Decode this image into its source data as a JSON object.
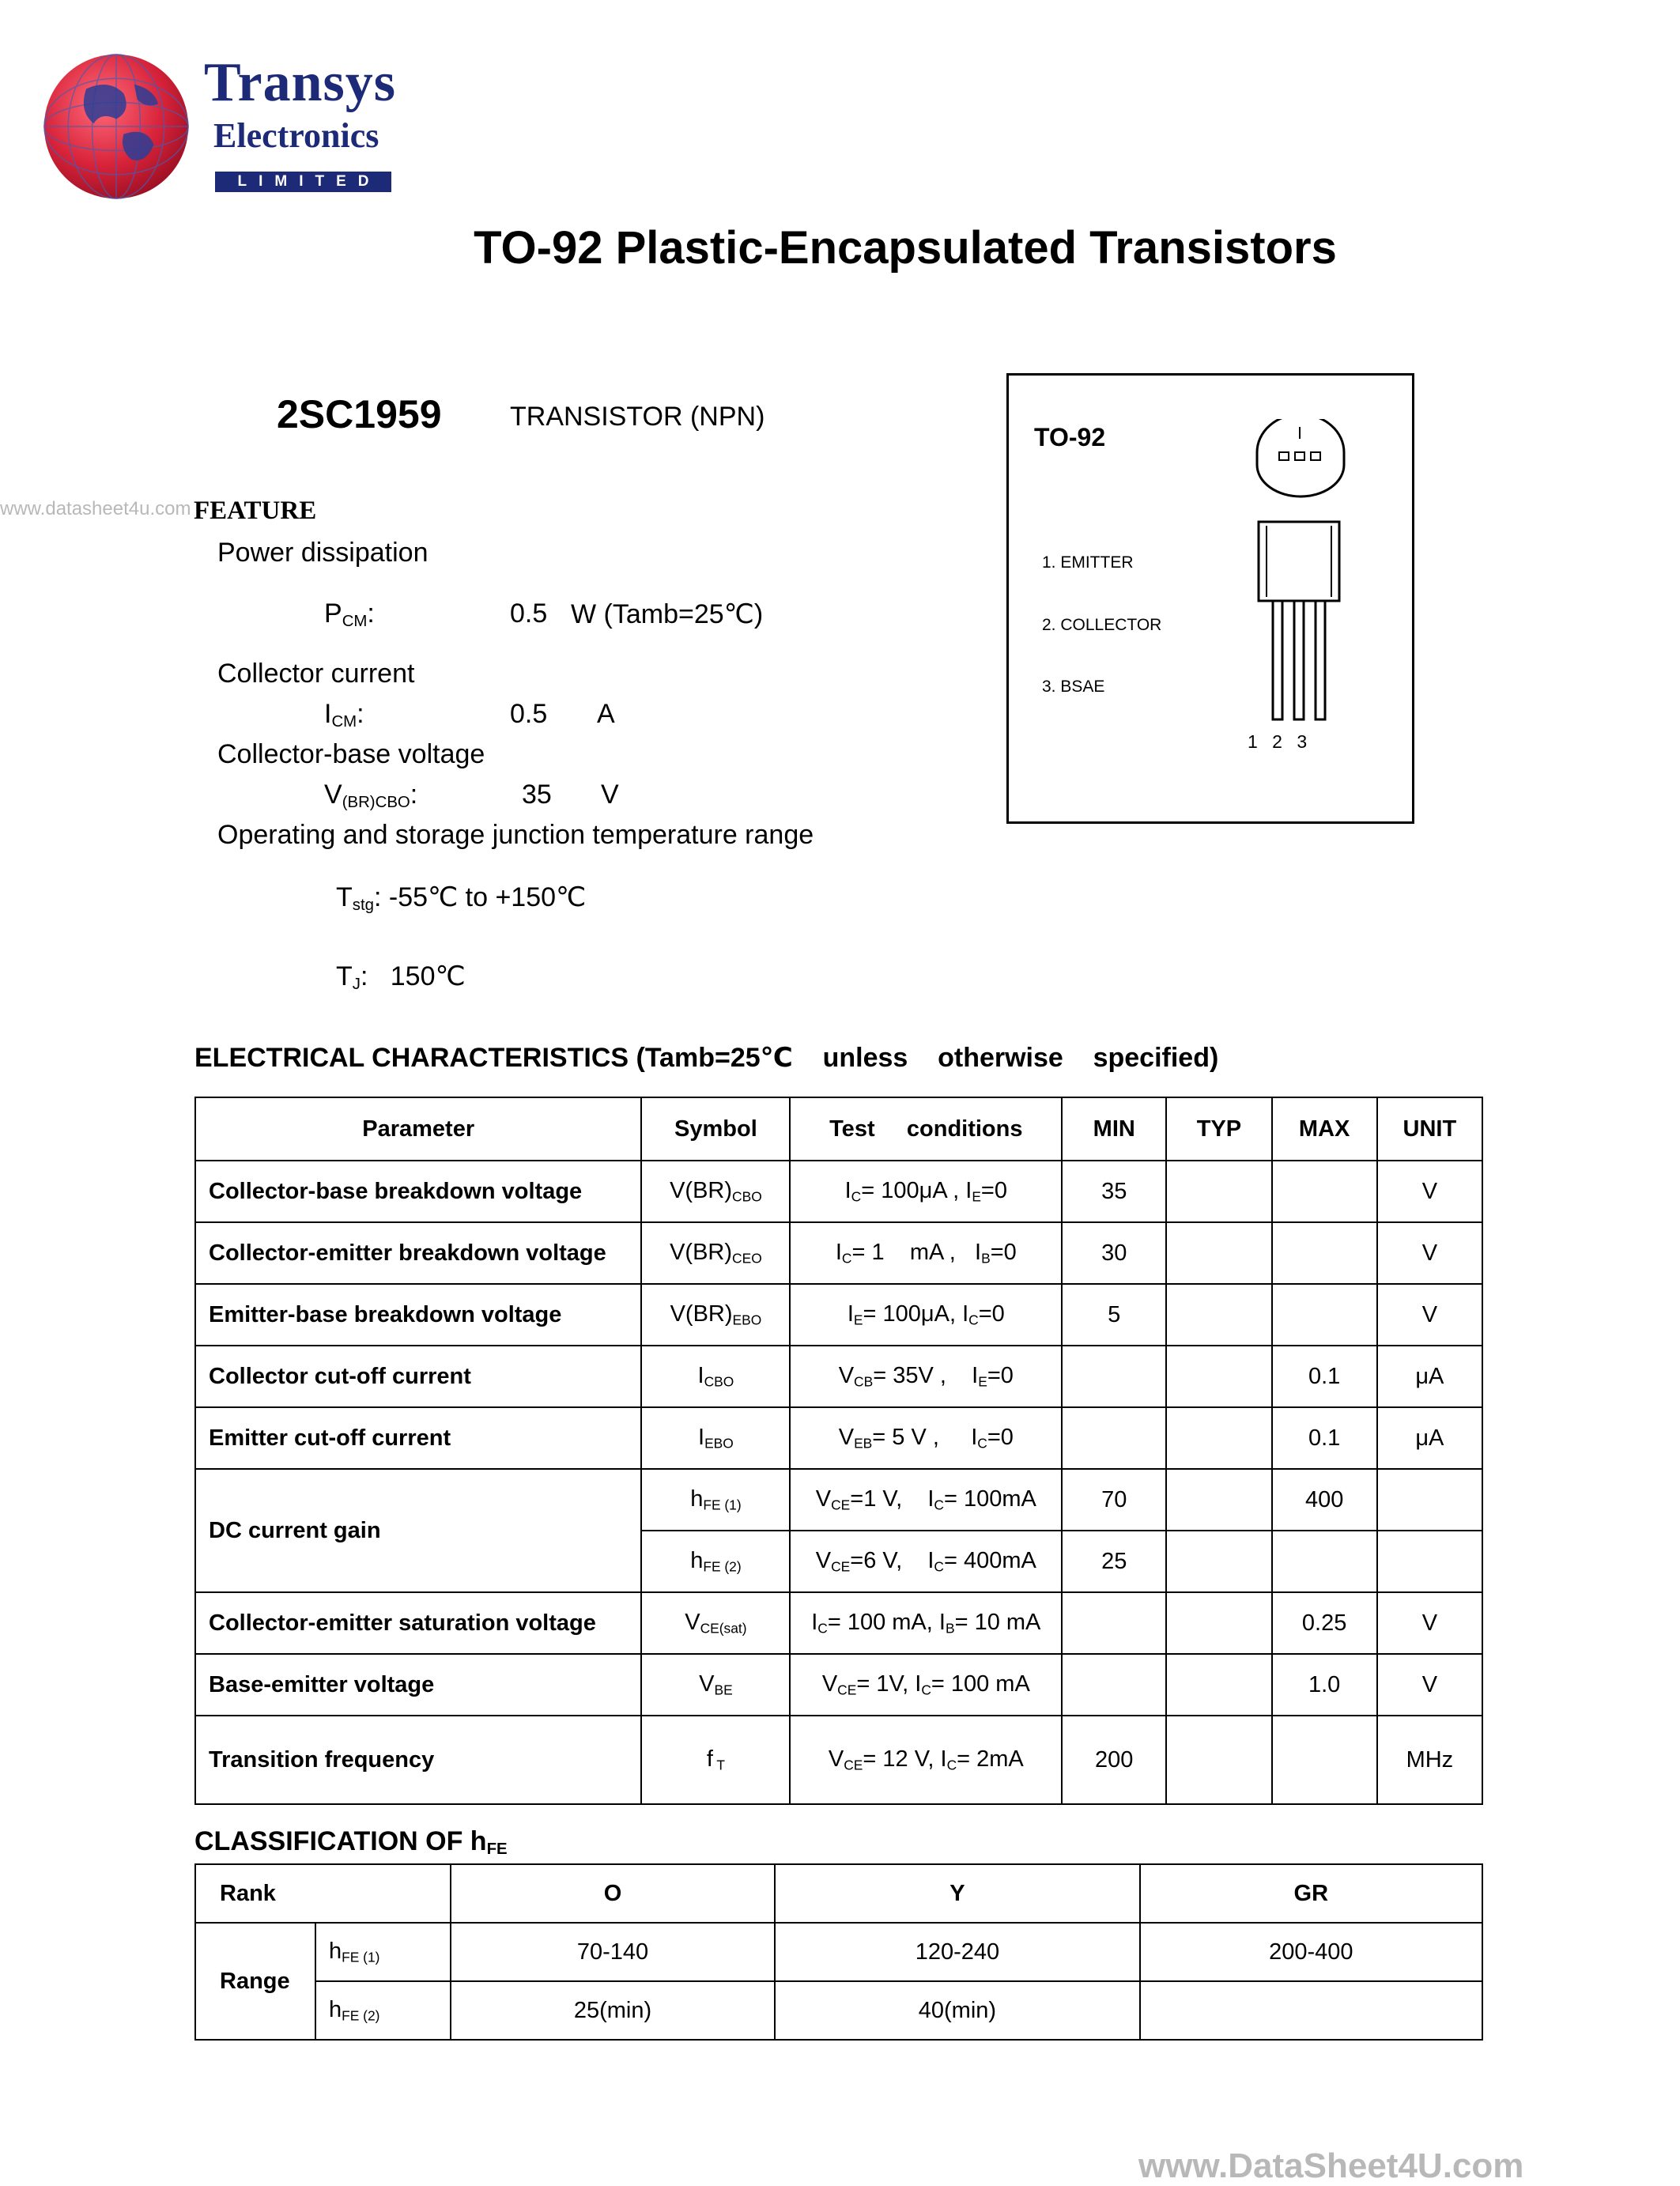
{
  "logo": {
    "name": "Transys",
    "sub": "Electronics",
    "ltd": "LIMITED"
  },
  "title": "TO-92 Plastic-Encapsulated Transistors",
  "part_number": "2SC1959",
  "part_desc": "TRANSISTOR (NPN)",
  "watermark_left": "www.datasheet4u.com",
  "watermark_bottom": "www.DataSheet4U.com",
  "feature": {
    "heading": "FEATURE",
    "power_label": "Power dissipation",
    "pcm_sym": "P",
    "pcm_sub": "CM",
    "pcm_colon": ":",
    "pcm_value": "0.5",
    "pcm_unit": "W (Tamb=25℃)",
    "collector_current_label": "Collector current",
    "icm_sym": "I",
    "icm_sub": "CM",
    "icm_colon": ":",
    "icm_value": "0.5",
    "icm_unit": "A",
    "cb_voltage_label": "Collector-base voltage",
    "vcbo_sym": "V",
    "vcbo_sub": "(BR)CBO",
    "vcbo_colon": ":",
    "vcbo_value": "35",
    "vcbo_unit": "V",
    "temp_label": "Operating and storage junction temperature range",
    "tstg_sym": "T",
    "tstg_sub": "stg",
    "tstg_value": ": -55℃ to +150℃",
    "tj_sym": "T",
    "tj_sub": "J",
    "tj_value": ":   150℃"
  },
  "package": {
    "title": "TO-92",
    "pins": [
      "1. EMITTER",
      "2. COLLECTOR",
      "3. BSAE"
    ],
    "pin_numbers": "1 2 3"
  },
  "electrical": {
    "heading": "ELECTRICAL CHARACTERISTICS (Tamb=25℃    unless    otherwise    specified)",
    "headers": [
      "Parameter",
      "Symbol",
      "Test     conditions",
      "MIN",
      "TYP",
      "MAX",
      "UNIT"
    ],
    "rows": [
      {
        "param": "Collector-base breakdown voltage",
        "sym": "V(BR)",
        "sym_sub": "CBO",
        "cond": [
          [
            "I",
            "C",
            "= 100μA , "
          ],
          [
            "I",
            "E",
            "=0"
          ]
        ],
        "min": "35",
        "typ": "",
        "max": "",
        "unit": "V"
      },
      {
        "param": "Collector-emitter breakdown voltage",
        "sym": "V(BR)",
        "sym_sub": "CEO",
        "cond": [
          [
            "I",
            "C",
            "= 1    mA ,   "
          ],
          [
            "I",
            "B",
            "=0"
          ]
        ],
        "min": "30",
        "typ": "",
        "max": "",
        "unit": "V"
      },
      {
        "param": "Emitter-base breakdown voltage",
        "sym": "V(BR)",
        "sym_sub": "EBO",
        "cond": [
          [
            "I",
            "E",
            "= 100μA, "
          ],
          [
            "I",
            "C",
            "=0"
          ]
        ],
        "min": "5",
        "typ": "",
        "max": "",
        "unit": "V"
      },
      {
        "param": "Collector cut-off current",
        "sym": "I",
        "sym_sub": "CBO",
        "cond": [
          [
            "V",
            "CB",
            "= 35V ,    "
          ],
          [
            "I",
            "E",
            "=0"
          ]
        ],
        "min": "",
        "typ": "",
        "max": "0.1",
        "unit": "μA"
      },
      {
        "param": "Emitter cut-off current",
        "sym": "I",
        "sym_sub": "EBO",
        "cond": [
          [
            "V",
            "EB",
            "= 5 V ,     "
          ],
          [
            "I",
            "C",
            "=0"
          ]
        ],
        "min": "",
        "typ": "",
        "max": "0.1",
        "unit": "μA"
      },
      {
        "param": "DC current gain",
        "sym": "h",
        "sym_sub": "FE (1)",
        "cond": [
          [
            "V",
            "CE",
            "=1 V,    "
          ],
          [
            "I",
            "C",
            "= 100mA"
          ]
        ],
        "min": "70",
        "typ": "",
        "max": "400",
        "unit": ""
      },
      {
        "param": "",
        "sym": "h",
        "sym_sub": "FE (2)",
        "cond": [
          [
            "V",
            "CE",
            "=6 V,    "
          ],
          [
            "I",
            "C",
            "= 400mA"
          ]
        ],
        "min": "25",
        "typ": "",
        "max": "",
        "unit": ""
      },
      {
        "param": "Collector-emitter saturation voltage",
        "sym": "V",
        "sym_sub": "CE(sat)",
        "cond": [
          [
            "I",
            "C",
            "= 100 mA, "
          ],
          [
            "I",
            "B",
            "= 10 mA"
          ]
        ],
        "min": "",
        "typ": "",
        "max": "0.25",
        "unit": "V"
      },
      {
        "param": "Base-emitter voltage",
        "sym": "V",
        "sym_sub": "BE",
        "cond": [
          [
            "V",
            "CE",
            "= 1V, "
          ],
          [
            "I",
            "C",
            "= 100 mA"
          ]
        ],
        "min": "",
        "typ": "",
        "max": "1.0",
        "unit": "V"
      },
      {
        "param": "Transition frequency",
        "sym": "f",
        "sym_sub": " T",
        "cond": [
          [
            "V",
            "CE",
            "= 12 V, "
          ],
          [
            "I",
            "C",
            "= 2mA"
          ]
        ],
        "min": "200",
        "typ": "",
        "max": "",
        "unit": "MHz"
      }
    ]
  },
  "classification": {
    "heading": "CLASSIFICATION OF h",
    "heading_sub": "FE",
    "rank_label": "Rank",
    "ranks": [
      "O",
      "Y",
      "GR"
    ],
    "range_label": "Range",
    "rows": [
      {
        "sym": "h",
        "sym_sub": "FE (1)",
        "values": [
          "70-140",
          "120-240",
          "200-400"
        ]
      },
      {
        "sym": "h",
        "sym_sub": "FE (2)",
        "values": [
          "25(min)",
          "40(min)",
          ""
        ]
      }
    ]
  },
  "colors": {
    "brand": "#1c2a78",
    "globe_red": "#d8233a",
    "watermark": "#b8b8b8"
  }
}
